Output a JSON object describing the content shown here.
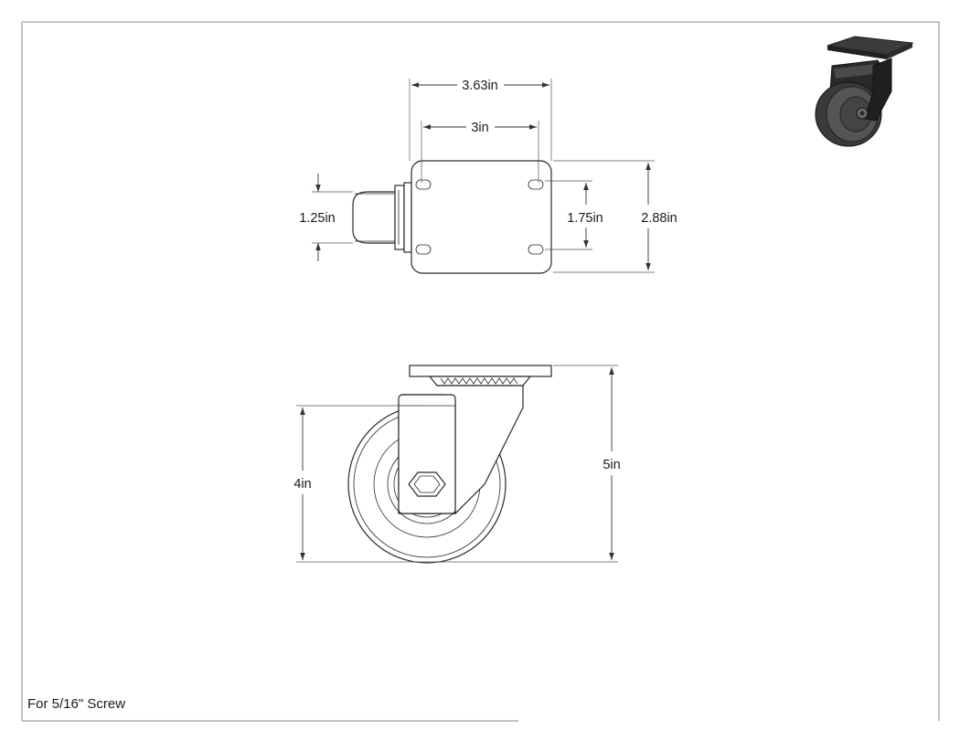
{
  "dimensions": {
    "plate_width": "3.63in",
    "hole_spacing_x": "3in",
    "hole_spacing_y": "1.75in",
    "plate_length": "2.88in",
    "wheel_width": "1.25in",
    "wheel_diameter": "4in",
    "overall_height": "5in"
  },
  "note": "For 5/16\" Screw"
}
